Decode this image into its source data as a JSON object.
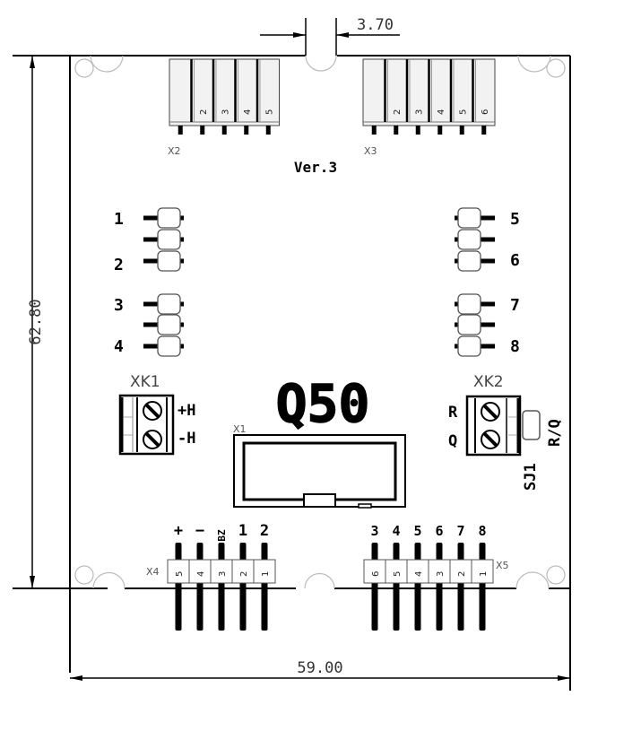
{
  "dimensions": {
    "height_label": "62.80",
    "width_label": "59.00",
    "notch_label": "3.70"
  },
  "board": {
    "model": "Q50",
    "version": "Ver.3"
  },
  "connectors": {
    "x2": {
      "ref": "X2",
      "pins": [
        "",
        "2",
        "3",
        "4",
        "5"
      ]
    },
    "x3": {
      "ref": "X3",
      "pins": [
        "",
        "2",
        "3",
        "4",
        "5",
        "6"
      ]
    },
    "x1": {
      "ref": "X1"
    },
    "xk1": {
      "ref": "XK1",
      "labels": [
        "+H",
        "-H"
      ]
    },
    "xk2": {
      "ref": "XK2",
      "labels": [
        "R",
        "Q"
      ]
    },
    "sj1": {
      "ref": "SJ1",
      "label": "R/Q"
    },
    "x4": {
      "ref": "X4",
      "pins": [
        "5",
        "4",
        "3",
        "2",
        "1"
      ],
      "signals": [
        "+",
        "−",
        "BZ",
        "1",
        "2"
      ]
    },
    "x5": {
      "ref": "X5",
      "pins": [
        "6",
        "5",
        "4",
        "3",
        "2",
        "1"
      ],
      "signals": [
        "3",
        "4",
        "5",
        "6",
        "7",
        "8"
      ]
    }
  },
  "leds": {
    "left": [
      "1",
      "2",
      "3",
      "4"
    ],
    "right": [
      "5",
      "6",
      "7",
      "8"
    ]
  },
  "colors": {
    "outline": "#000000",
    "hole": "#bbbbbb",
    "connector_fill": "#f2f2f2"
  }
}
